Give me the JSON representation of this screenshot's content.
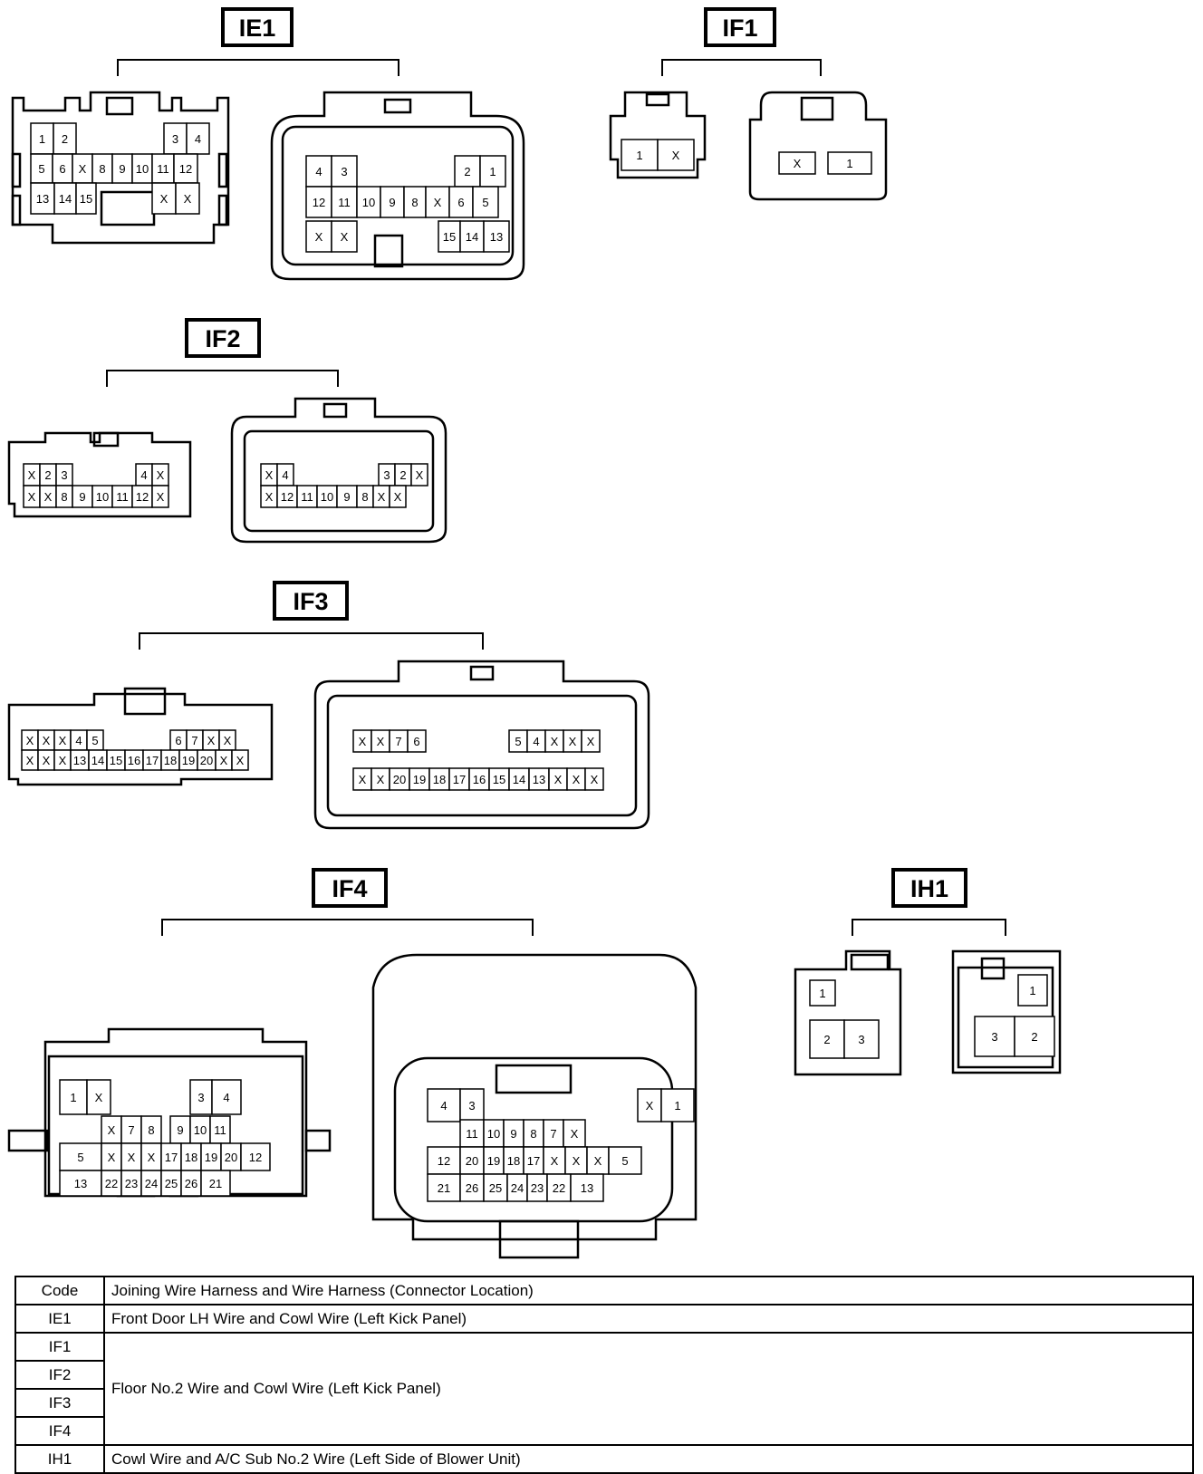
{
  "connectors": [
    {
      "code": "IE1",
      "views": [
        {
          "rows": [
            [
              "1",
              "2",
              "3",
              "4"
            ],
            [
              "5",
              "6",
              "X",
              "8",
              "9",
              "10",
              "11",
              "12"
            ],
            [
              "13",
              "14",
              "15",
              "X",
              "X"
            ]
          ]
        },
        {
          "rows": [
            [
              "4",
              "3",
              "2",
              "1"
            ],
            [
              "12",
              "11",
              "10",
              "9",
              "8",
              "X",
              "6",
              "5"
            ],
            [
              "X",
              "X",
              "15",
              "14",
              "13"
            ]
          ]
        }
      ]
    },
    {
      "code": "IF1",
      "views": [
        {
          "rows": [
            [
              "1",
              "X"
            ]
          ]
        },
        {
          "rows": [
            [
              "X",
              "1"
            ]
          ]
        }
      ]
    },
    {
      "code": "IF2",
      "views": [
        {
          "rows": [
            [
              "X",
              "2",
              "3",
              "4",
              "X"
            ],
            [
              "X",
              "X",
              "8",
              "9",
              "10",
              "11",
              "12",
              "X"
            ]
          ]
        },
        {
          "rows": [
            [
              "X",
              "4",
              "3",
              "2",
              "X"
            ],
            [
              "X",
              "12",
              "11",
              "10",
              "9",
              "8",
              "X",
              "X"
            ]
          ]
        }
      ]
    },
    {
      "code": "IF3",
      "views": [
        {
          "rows": [
            [
              "X",
              "X",
              "X",
              "4",
              "5",
              "6",
              "7",
              "X",
              "X"
            ],
            [
              "X",
              "X",
              "X",
              "13",
              "14",
              "15",
              "16",
              "17",
              "18",
              "19",
              "20",
              "X",
              "X"
            ]
          ]
        },
        {
          "rows": [
            [
              "X",
              "X",
              "7",
              "6",
              "5",
              "4",
              "X",
              "X",
              "X"
            ],
            [
              "X",
              "X",
              "20",
              "19",
              "18",
              "17",
              "16",
              "15",
              "14",
              "13",
              "X",
              "X",
              "X"
            ]
          ]
        }
      ]
    },
    {
      "code": "IF4",
      "views": [
        {
          "rows": [
            [
              "1",
              "X",
              "3",
              "4"
            ],
            [
              "X",
              "7",
              "8",
              "9",
              "10",
              "11"
            ],
            [
              "5",
              "X",
              "X",
              "X",
              "17",
              "18",
              "19",
              "20",
              "12"
            ],
            [
              "13",
              "22",
              "23",
              "24",
              "25",
              "26",
              "21"
            ]
          ]
        },
        {
          "rows": [
            [
              "4",
              "3",
              "X",
              "1"
            ],
            [
              "11",
              "10",
              "9",
              "8",
              "7",
              "X"
            ],
            [
              "12",
              "20",
              "19",
              "18",
              "17",
              "X",
              "X",
              "X",
              "5"
            ],
            [
              "21",
              "26",
              "25",
              "24",
              "23",
              "22",
              "13"
            ]
          ]
        }
      ]
    },
    {
      "code": "IH1",
      "views": [
        {
          "rows": [
            [
              "1"
            ],
            [
              "2",
              "3"
            ]
          ]
        },
        {
          "rows": [
            [
              "1"
            ],
            [
              "3",
              "2"
            ]
          ]
        }
      ]
    }
  ],
  "table": {
    "header": {
      "code": "Code",
      "description": "Joining Wire Harness and Wire Harness (Connector Location)"
    },
    "rows": [
      {
        "code": "IE1",
        "description": "Front Door LH Wire and Cowl Wire (Left Kick Panel)"
      },
      {
        "code": "IF1",
        "description": "Floor No.2 Wire and Cowl Wire (Left Kick Panel)"
      },
      {
        "code": "IF2",
        "description": ""
      },
      {
        "code": "IF3",
        "description": ""
      },
      {
        "code": "IF4",
        "description": ""
      },
      {
        "code": "IH1",
        "description": "Cowl Wire and A/C Sub No.2 Wire (Left Side of Blower Unit)"
      }
    ]
  }
}
